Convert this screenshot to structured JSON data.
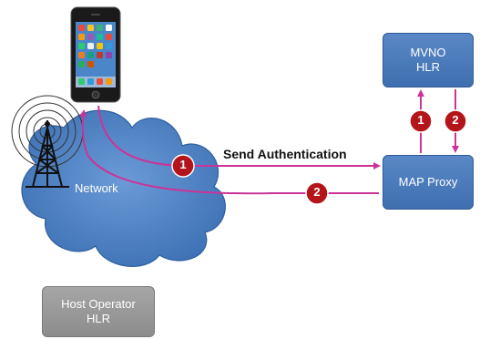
{
  "nodes": {
    "mvno_hlr": {
      "line1": "MVNO",
      "line2": "HLR"
    },
    "map_proxy": {
      "label": "MAP Proxy"
    },
    "host_hlr": {
      "line1": "Host Operator",
      "line2": "HLR"
    },
    "network": {
      "label": "Network"
    }
  },
  "messages": {
    "send_auth": "Send Authentication",
    "step1": "1",
    "step2": "2"
  },
  "colors": {
    "arrow": "#cc3399",
    "badge": "#b3151a",
    "box_blue": "#4a7aba",
    "box_gray": "#999999",
    "cloud": "#4f83c4"
  },
  "icons": [
    "smartphone-icon",
    "cell-tower-icon"
  ]
}
